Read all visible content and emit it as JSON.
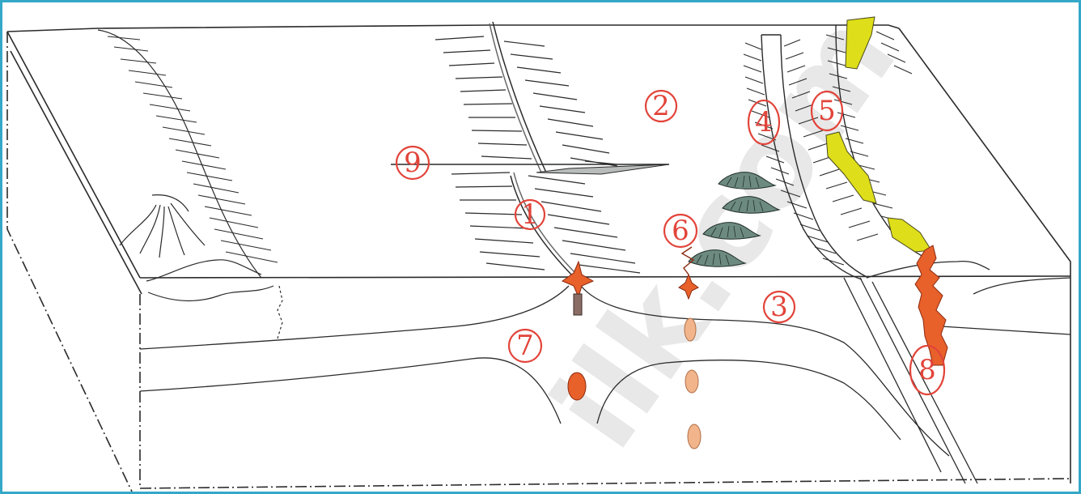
{
  "diagram": {
    "labels": [
      {
        "id": "label-1",
        "text": "1"
      },
      {
        "id": "label-2",
        "text": "2"
      },
      {
        "id": "label-3",
        "text": "3"
      },
      {
        "id": "label-4",
        "text": "4"
      },
      {
        "id": "label-5",
        "text": "5"
      },
      {
        "id": "label-6",
        "text": "6"
      },
      {
        "id": "label-7",
        "text": "7"
      },
      {
        "id": "label-8",
        "text": "8"
      },
      {
        "id": "label-9",
        "text": "9"
      }
    ],
    "watermark": "ilk.com",
    "colors": {
      "frame_border": "#35a8c8",
      "label": "#e2443a",
      "magma": "#e8602a",
      "magma_light": "#f2b48a",
      "sediment_yellow": "#dede1a",
      "volcano": "#6d8a80",
      "line": "#2a2a2a"
    }
  }
}
